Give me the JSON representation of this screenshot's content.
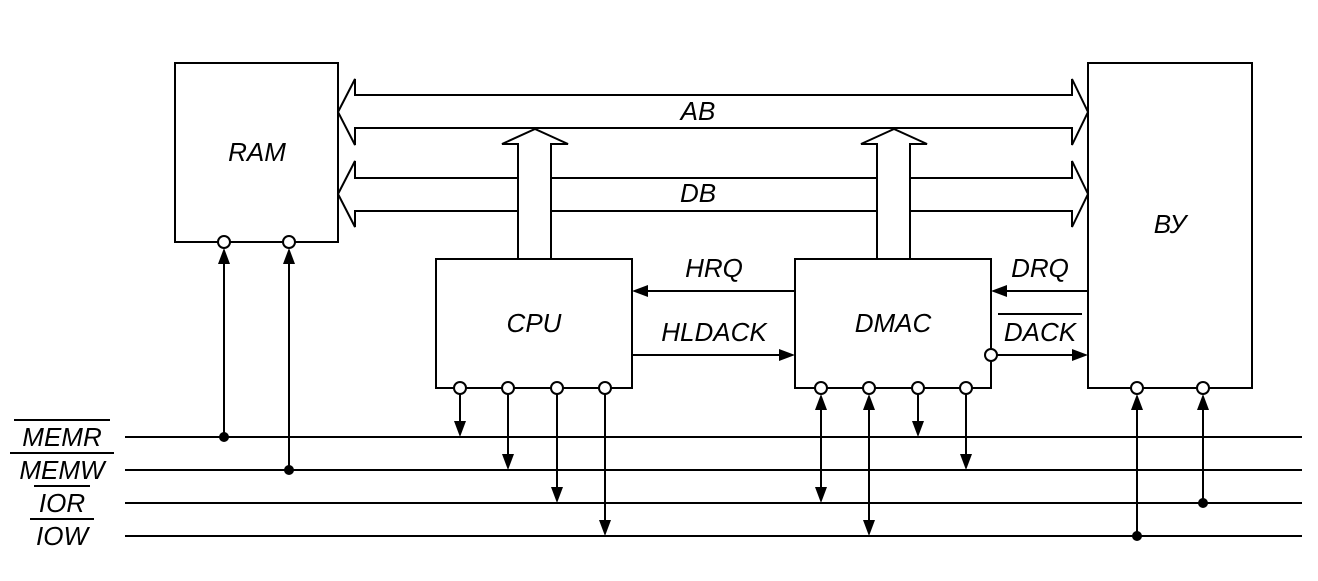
{
  "blocks": {
    "ram": "RAM",
    "cpu": "CPU",
    "dmac": "DMAC",
    "vu": "ВУ"
  },
  "buses": {
    "address": "AB",
    "data": "DB"
  },
  "signals": {
    "hrq": "HRQ",
    "hldack": "HLDACK",
    "drq": "DRQ",
    "dack": "DACK"
  },
  "control_lines": {
    "memr": "MEMR",
    "memw": "MEMW",
    "ior": "IOR",
    "iow": "IOW"
  }
}
